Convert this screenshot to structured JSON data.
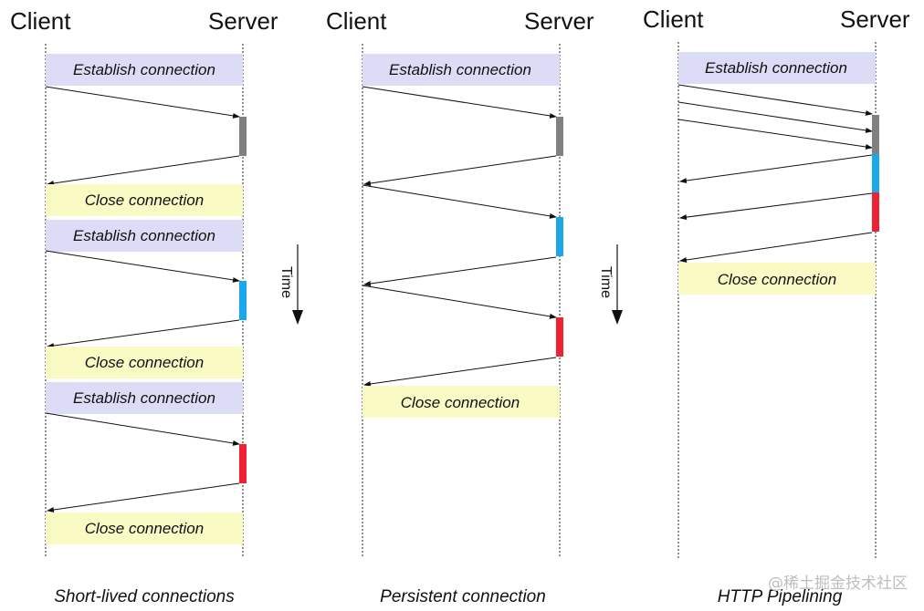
{
  "panels": [
    {
      "client_label": "Client",
      "server_label": "Server",
      "caption": "Short-lived connections",
      "establish_label": "Establish connection",
      "close_label": "Close connection"
    },
    {
      "client_label": "Client",
      "server_label": "Server",
      "caption": "Persistent connection",
      "establish_label": "Establish connection",
      "close_label": "Close connection"
    },
    {
      "client_label": "Client",
      "server_label": "Server",
      "caption": "HTTP Pipelining",
      "establish_label": "Establish connection",
      "close_label": "Close connection"
    }
  ],
  "time_label": "Time",
  "watermark": "@稀土掘金技术社区",
  "colors": {
    "request_1": "#808080",
    "request_2": "#1aa7ec",
    "request_3": "#ee2233",
    "establish_bg": "#dcdcf7",
    "close_bg": "#fafac4"
  }
}
